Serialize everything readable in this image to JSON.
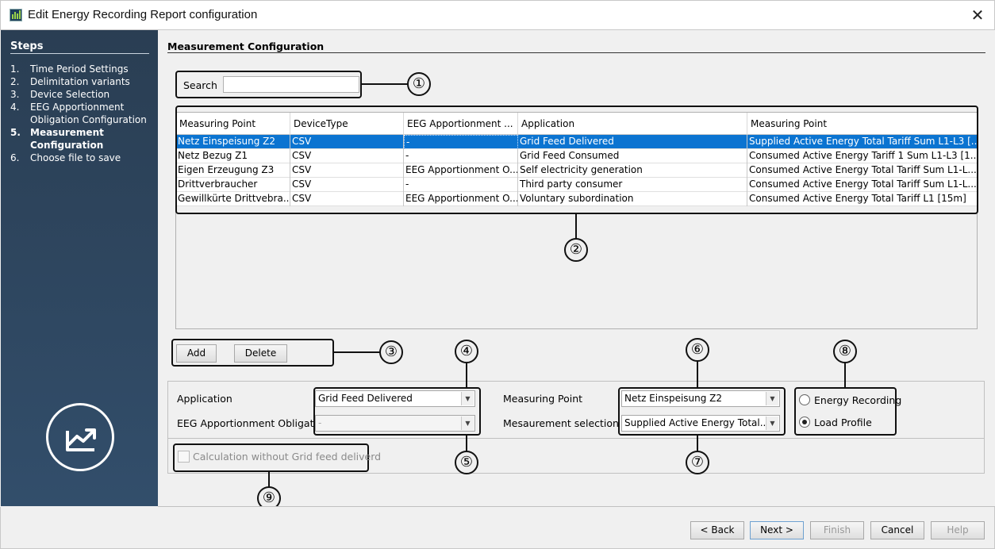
{
  "window": {
    "title": "Edit Energy Recording Report configuration",
    "close_glyph": "✕"
  },
  "sidebar": {
    "title": "Steps",
    "items": [
      {
        "num": "1.",
        "label": "Time Period Settings"
      },
      {
        "num": "2.",
        "label": "Delimitation variants"
      },
      {
        "num": "3.",
        "label": "Device Selection"
      },
      {
        "num": "4.",
        "label": "EEG Apportionment Obligation Configuration"
      },
      {
        "num": "5.",
        "label": "Measurement Configuration"
      },
      {
        "num": "6.",
        "label": "Choose file to save"
      }
    ]
  },
  "main": {
    "title": "Measurement Configuration"
  },
  "search": {
    "label": "Search",
    "value": ""
  },
  "table": {
    "columns": [
      "Measuring Point",
      "DeviceType",
      "EEG Apportionment ...",
      "Application",
      "Measuring Point"
    ],
    "rows": [
      [
        "Netz Einspeisung Z2",
        "CSV",
        "-",
        "Grid Feed Delivered",
        "Supplied Active Energy Total Tariff Sum L1-L3 [..."
      ],
      [
        "Netz Bezug Z1",
        "CSV",
        "-",
        "Grid Feed Consumed",
        "Consumed Active Energy Tariff 1 Sum L1-L3 [1..."
      ],
      [
        "Eigen Erzeugung Z3",
        "CSV",
        "EEG Apportionment O...",
        "Self electricity generation",
        "Consumed Active Energy Total Tariff Sum L1-L..."
      ],
      [
        "Drittverbraucher",
        "CSV",
        "-",
        "Third party consumer",
        "Consumed Active Energy Total Tariff Sum L1-L..."
      ],
      [
        "Gewillkürte Drittvebra...",
        "CSV",
        "EEG Apportionment O...",
        "Voluntary subordination",
        "Consumed Active Energy Total Tariff L1 [15m]"
      ]
    ]
  },
  "actions": {
    "add": "Add",
    "delete": "Delete"
  },
  "form": {
    "application_label": "Application",
    "application_value": "Grid Feed Delivered",
    "eeg_label": "EEG Apportionment Obligation",
    "eeg_value": "-",
    "measuring_point_label": "Measuring Point",
    "measuring_point_value": "Netz Einspeisung Z2",
    "measurement_selection_label": "Mesaurement selection",
    "measurement_selection_value": "Supplied Active Energy Total...",
    "radio_energy_recording": "Energy Recording",
    "radio_load_profile": "Load Profile",
    "selected_mode": "Load Profile",
    "calc_checkbox_label": "Calculation without Grid feed deliverd"
  },
  "callouts": [
    "①",
    "②",
    "③",
    "④",
    "⑤",
    "⑥",
    "⑦",
    "⑧",
    "⑨"
  ],
  "footer": {
    "back": "< Back",
    "next": "Next >",
    "finish": "Finish",
    "cancel": "Cancel",
    "help": "Help"
  },
  "colors": {
    "sidebar": "#2a3e53",
    "selection": "#0b74d1"
  }
}
